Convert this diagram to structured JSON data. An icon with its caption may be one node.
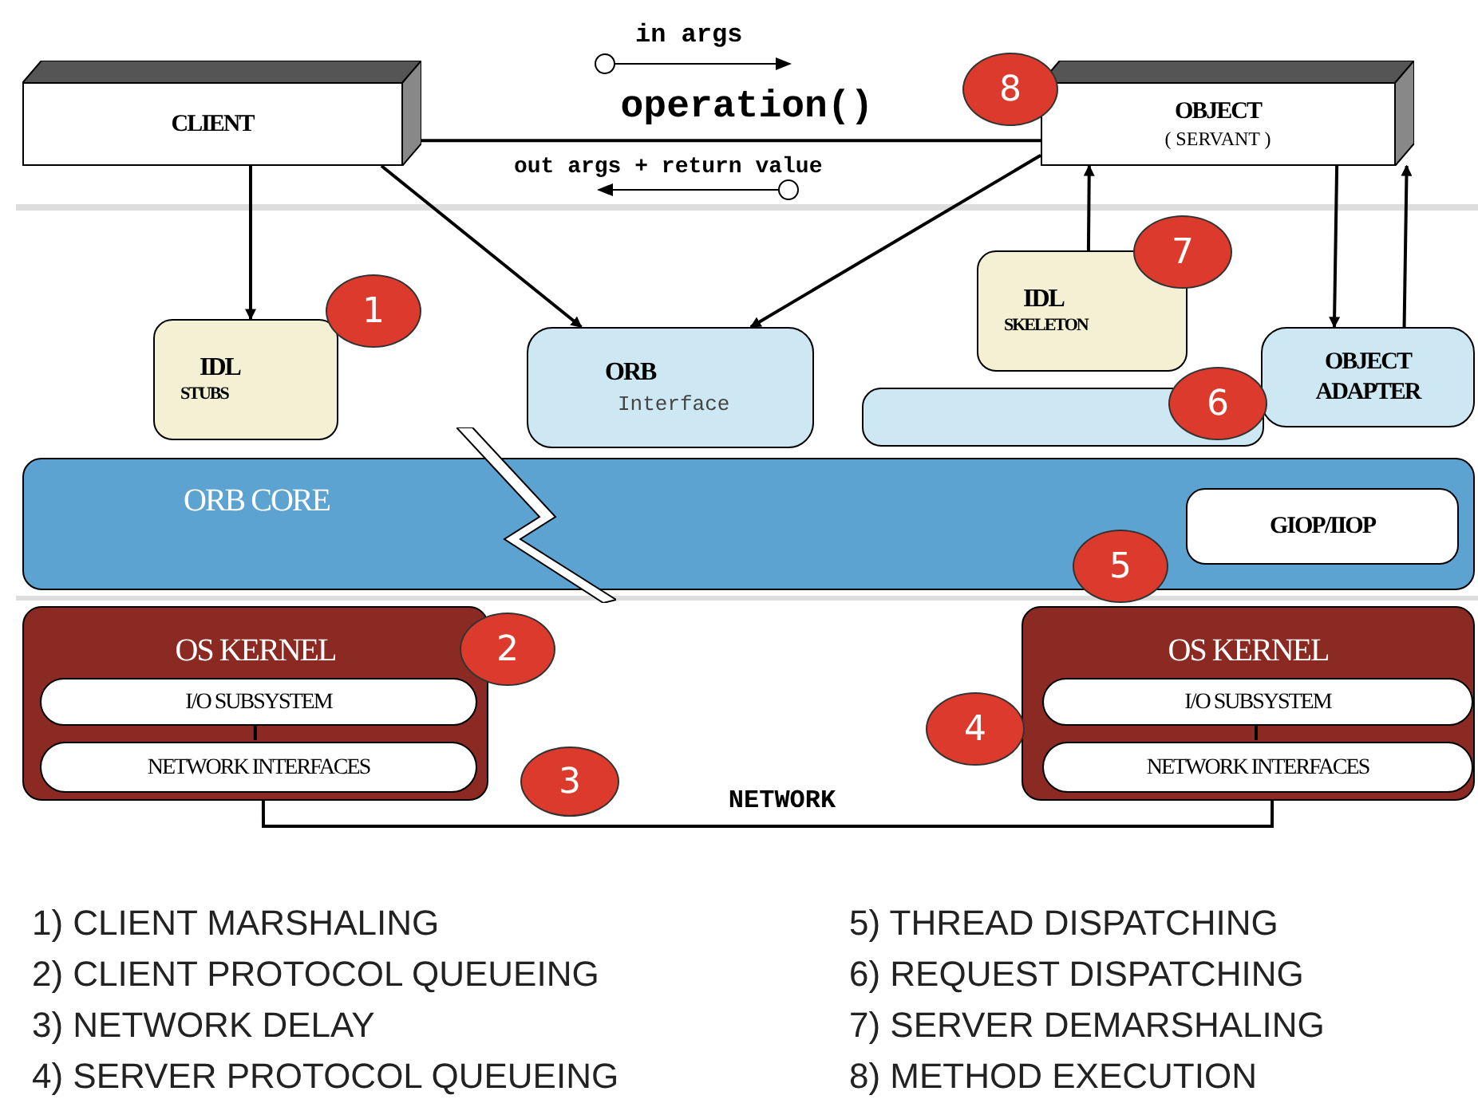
{
  "diagram": {
    "nodes": [
      {
        "text": [
          "CLIENT"
        ]
      },
      {
        "text": [
          "OBJECT",
          "( SERVANT )"
        ]
      },
      {
        "text": [
          "IDL",
          "STUBS"
        ]
      },
      {
        "text": [
          "ORB",
          "Interface"
        ]
      },
      {
        "text": [
          "IDL",
          "SKELETON"
        ]
      },
      {
        "text": [
          "OBJECT ADAPTER"
        ]
      },
      {
        "text": [],
        "shape": "bar"
      },
      {
        "text": [
          "ORB CORE"
        ]
      },
      {
        "text": [
          "GIOP/IIOP"
        ],
        "in": 7
      },
      {
        "text": [
          "OS KERNEL"
        ]
      },
      {
        "text": [
          "I/O SUBSYSTEM"
        ],
        "in": 9
      },
      {
        "text": [
          "NETWORK INTERFACES"
        ],
        "in": 9
      },
      {
        "text": [
          "OS KERNEL"
        ]
      },
      {
        "text": [
          "I/O SUBSYSTEM"
        ],
        "in": 12
      },
      {
        "text": [
          "NETWORK INTERFACES"
        ],
        "in": 12
      },
      {
        "text": [
          "1"
        ]
      },
      {
        "text": [
          "2"
        ]
      },
      {
        "text": [
          "3"
        ]
      },
      {
        "text": [
          "4"
        ]
      },
      {
        "text": [
          "5"
        ]
      },
      {
        "text": [
          "6"
        ]
      },
      {
        "text": [
          "7"
        ]
      },
      {
        "text": [
          "8"
        ]
      },
      {
        "text": [],
        "shape": "zigzag"
      }
    ],
    "edges": [
      {
        "from": 0,
        "to": 2,
        "arrow": "to"
      },
      {
        "from": 0,
        "to": 3,
        "arrow": "to"
      },
      {
        "from": 1,
        "to": 3,
        "arrow": "to"
      },
      {
        "from": 0,
        "to": 1,
        "arrow": "none",
        "label": "operation()"
      },
      {
        "from": 4,
        "to": 1,
        "arrow": "to"
      },
      {
        "from": 1,
        "to": 5,
        "arrow": "to"
      },
      {
        "from": 5,
        "to": 1,
        "arrow": "to"
      },
      {
        "from": 9,
        "to": 12,
        "arrow": "none",
        "label": "NETWORK"
      },
      {
        "from": 10,
        "to": 11,
        "arrow": "none"
      },
      {
        "from": 13,
        "to": 14,
        "arrow": "none"
      }
    ],
    "labels": [
      "in args",
      "out args + return value",
      "1) CLIENT MARSHALING",
      "5) THREAD DISPATCHING",
      "2) CLIENT PROTOCOL QUEUEING",
      "6) REQUEST DISPATCHING",
      "3) NETWORK DELAY",
      "7) SERVER DEMARSHALING",
      "4) SERVER PROTOCOL QUEUEING",
      "8) METHOD EXECUTION"
    ]
  }
}
